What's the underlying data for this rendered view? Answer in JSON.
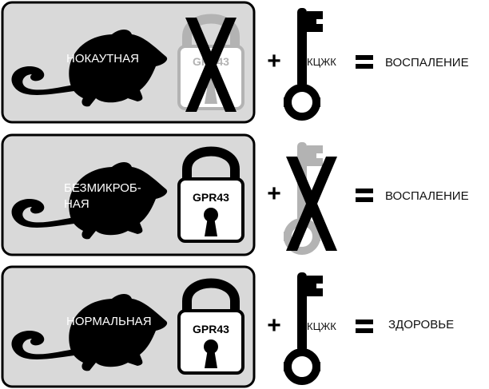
{
  "rows": [
    {
      "mouse_label": "НОКАУТНАЯ",
      "mouse_label_2": "",
      "lock_label": "GPR43",
      "lock_state": "absent",
      "key_label": "КЦЖК",
      "key_state": "present",
      "plus": "+",
      "equals": "=",
      "result": "ВОСПАЛЕНИЕ"
    },
    {
      "mouse_label": "БЕЗМИКРОБ-",
      "mouse_label_2": "НАЯ",
      "lock_label": "GPR43",
      "lock_state": "present",
      "key_label": "",
      "key_state": "absent",
      "plus": "+",
      "equals": "=",
      "result": "ВОСПАЛЕНИЕ"
    },
    {
      "mouse_label": "НОРМАЛЬНАЯ",
      "mouse_label_2": "",
      "lock_label": "GPR43",
      "lock_state": "present",
      "key_label": "КЦЖК",
      "key_state": "present",
      "plus": "+",
      "equals": "=",
      "result": "ЗДОРОВЬЕ"
    }
  ],
  "colors": {
    "panel": "#d9d9d9",
    "faded": "#b3b3b3",
    "ink": "#000000"
  }
}
